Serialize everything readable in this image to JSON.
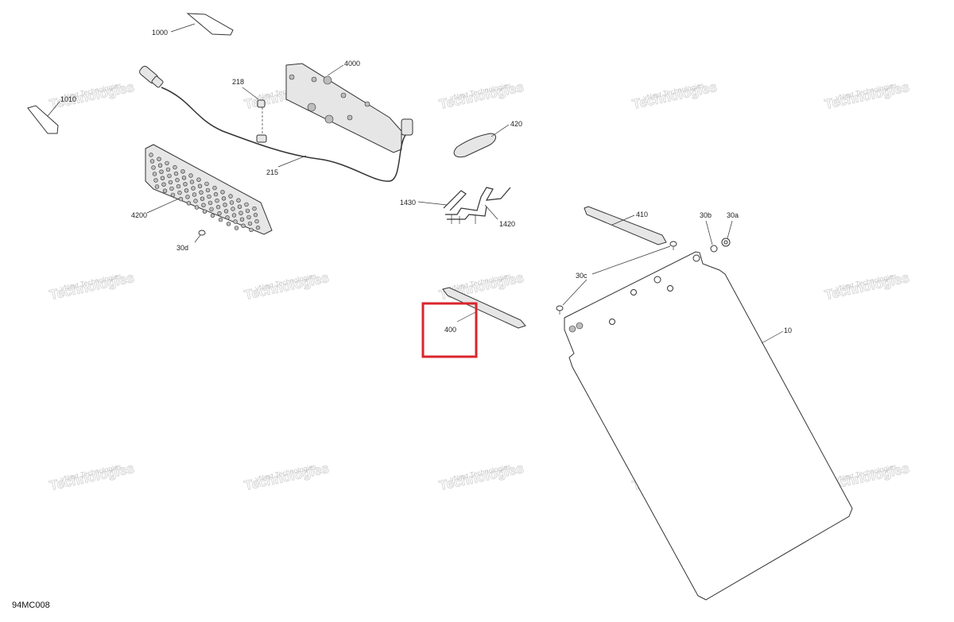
{
  "diagram": {
    "part_labels": [
      "1000",
      "1010",
      "218",
      "4000",
      "215",
      "420",
      "4200",
      "30d",
      "1430",
      "1420",
      "410",
      "30b",
      "30a",
      "30c",
      "400",
      "10"
    ],
    "watermark_line1": "vNext Technologies",
    "watermark_line2": "Technologies",
    "figure_code": "94MC008",
    "highlight": {
      "label": "400",
      "color": "#d9262c"
    }
  }
}
